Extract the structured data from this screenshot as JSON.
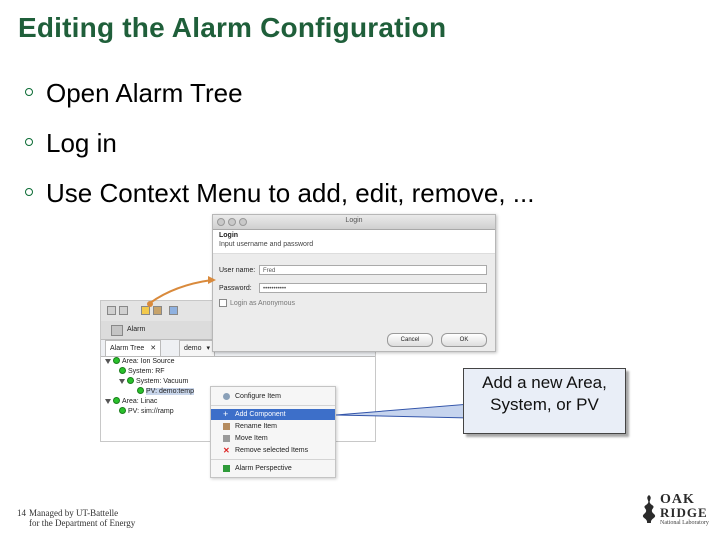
{
  "slide": {
    "title": "Editing the Alarm Configuration",
    "bullets": [
      "Open Alarm Tree",
      "Log in",
      "Use Context Menu to add, edit, remove, ..."
    ],
    "page_number": "14",
    "managed_line1": "Managed by UT-Battelle",
    "managed_line2": "for the Department of Energy",
    "logo_top": "OAK",
    "logo_mid": "RIDGE",
    "logo_sub": "National Laboratory",
    "accent_color": "#1f5f3a",
    "arrow_color": "#d98a3c"
  },
  "login_dialog": {
    "window_title": "Login",
    "header_title": "Login",
    "header_subtitle": "Input username and password",
    "user_label": "User name:",
    "user_value": "Fred",
    "password_label": "Password:",
    "password_value": "•••••••••••",
    "anonymous_label": "Login as Anonymous",
    "cancel_label": "Cancel",
    "ok_label": "OK"
  },
  "eclipse": {
    "perspective_label": "Alarm",
    "tab_label": "Alarm Tree",
    "tab_close": "✕",
    "config_label": "demo",
    "tree": [
      {
        "label": "Area: Ion Source",
        "level": 0,
        "expandable": true
      },
      {
        "label": "System: RF",
        "level": 1,
        "expandable": false
      },
      {
        "label": "System: Vacuum",
        "level": 1,
        "expandable": true
      },
      {
        "label": "PV: demo:temp",
        "level": 2,
        "expandable": false,
        "selected": true
      },
      {
        "label": "Area: Linac",
        "level": 0,
        "expandable": true
      },
      {
        "label": "PV: sim://ramp",
        "level": 1,
        "expandable": false
      }
    ]
  },
  "context_menu": {
    "items": [
      {
        "label": "Configure Item",
        "icon": "configure-icon"
      },
      {
        "label": "Add Component",
        "icon": "add-icon",
        "active": true
      },
      {
        "label": "Rename Item",
        "icon": "rename-icon"
      },
      {
        "label": "Move Item",
        "icon": "move-icon"
      },
      {
        "label": "Remove selected Items",
        "icon": "remove-icon"
      },
      {
        "label": "Alarm Perspective",
        "icon": "perspective-icon"
      }
    ]
  },
  "callout": {
    "line1": "Add a new Area,",
    "line2": "System, or PV"
  }
}
